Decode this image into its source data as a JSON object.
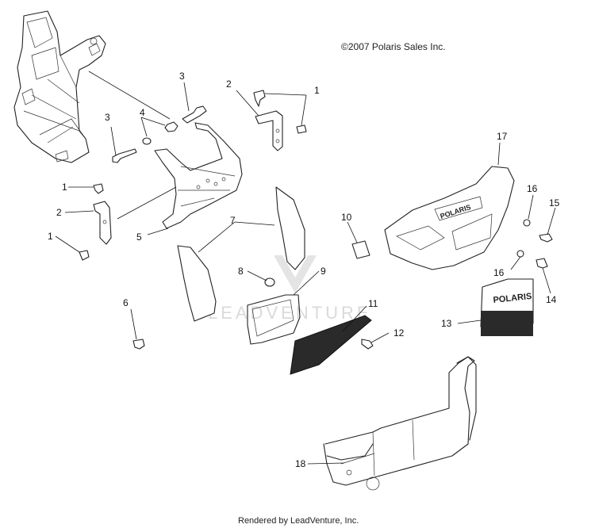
{
  "copyright": "©2007 Polaris Sales Inc.",
  "rendered_by": "Rendered by LeadVenture, Inc.",
  "watermark": "LEADVENTURE",
  "logo_text": "POLARIS",
  "callouts": {
    "c1_top": "1",
    "c1_mid": "1",
    "c1_low": "1",
    "c2_top": "2",
    "c2_left": "2",
    "c3_top": "3",
    "c3_left": "3",
    "c4": "4",
    "c5": "5",
    "c6": "6",
    "c7": "7",
    "c8": "8",
    "c9": "9",
    "c10": "10",
    "c11": "11",
    "c12": "12",
    "c13": "13",
    "c14": "14",
    "c15": "15",
    "c16_top": "16",
    "c16_low": "16",
    "c17": "17",
    "c18": "18"
  }
}
